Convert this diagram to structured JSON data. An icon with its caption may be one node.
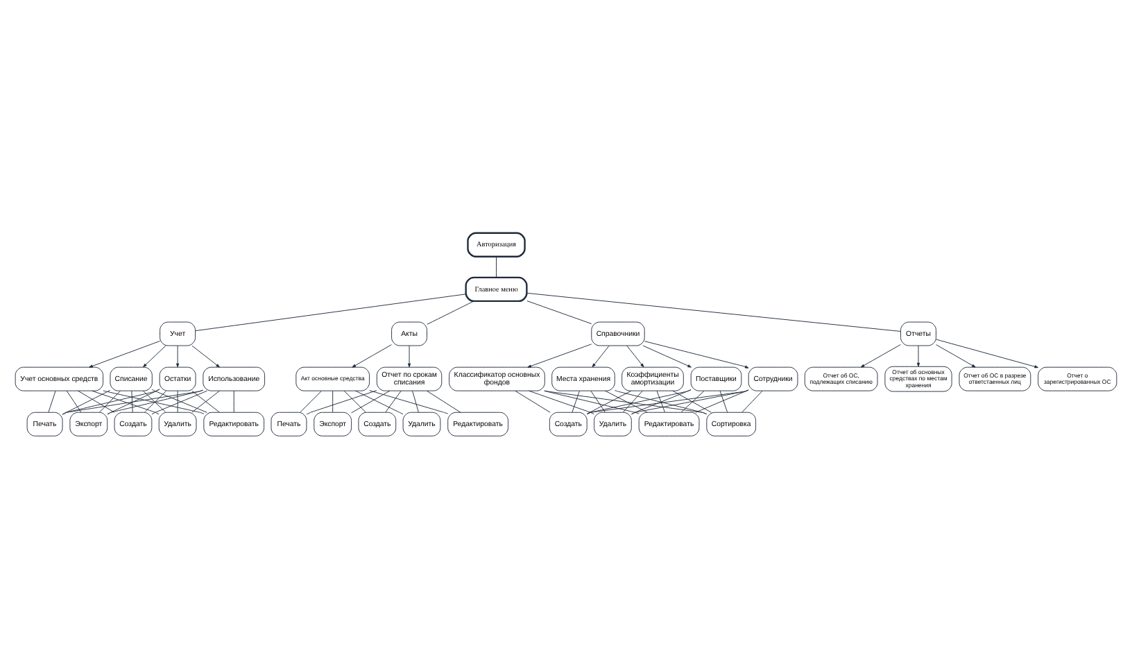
{
  "diagram": {
    "nodes": [
      {
        "text": [
          "Авторизация"
        ]
      },
      {
        "text": [
          "Главное меню"
        ]
      },
      {
        "text": [
          "Учет"
        ]
      },
      {
        "text": [
          "Акты"
        ]
      },
      {
        "text": [
          "Справочники"
        ]
      },
      {
        "text": [
          "Отчеты"
        ]
      },
      {
        "text": [
          "Учет основных средств"
        ]
      },
      {
        "text": [
          "Списание"
        ]
      },
      {
        "text": [
          "Остатки"
        ]
      },
      {
        "text": [
          "Использование"
        ]
      },
      {
        "text": [
          "Создать"
        ]
      },
      {
        "text": [
          "Удалить"
        ]
      },
      {
        "text": [
          "Редактировать"
        ]
      },
      {
        "text": [
          "Печать"
        ]
      },
      {
        "text": [
          "Экспорт"
        ]
      },
      {
        "text": [
          "Акт основные средства"
        ]
      },
      {
        "text": [
          "Отчет по срокам списания"
        ]
      },
      {
        "text": [
          "Создать"
        ]
      },
      {
        "text": [
          "Удалить"
        ]
      },
      {
        "text": [
          "Редактировать"
        ]
      },
      {
        "text": [
          "Печать"
        ]
      },
      {
        "text": [
          "Экспорт"
        ]
      },
      {
        "text": [
          "Сотрудники"
        ]
      },
      {
        "text": [
          "Классификатор основных фондов"
        ]
      },
      {
        "text": [
          "Места хранения"
        ]
      },
      {
        "text": [
          "Коэффициенты амортизации"
        ]
      },
      {
        "text": [
          "Поставщики"
        ]
      },
      {
        "text": [
          "Создать"
        ]
      },
      {
        "text": [
          "Удалить"
        ]
      },
      {
        "text": [
          "Редактировать"
        ]
      },
      {
        "text": [
          "Сортировка"
        ]
      },
      {
        "text": [
          "Отчет о зарегистрированных ОС"
        ]
      },
      {
        "text": [
          "Отчет об ОС, подлежащих списанию"
        ]
      },
      {
        "text": [
          "Отчет об основных средствах по местам хранения"
        ]
      },
      {
        "text": [
          "Отчет об ОС в разрезе ответстаенных лиц"
        ]
      }
    ],
    "edges": [
      {
        "from": 0,
        "to": 1,
        "arrow": "none"
      },
      {
        "from": 1,
        "to": 2,
        "arrow": "none"
      },
      {
        "from": 1,
        "to": 3,
        "arrow": "none"
      },
      {
        "from": 1,
        "to": 4,
        "arrow": "none"
      },
      {
        "from": 1,
        "to": 5,
        "arrow": "none"
      },
      {
        "from": 2,
        "to": 6,
        "arrow": "to"
      },
      {
        "from": 2,
        "to": 7,
        "arrow": "to"
      },
      {
        "from": 2,
        "to": 8,
        "arrow": "to"
      },
      {
        "from": 2,
        "to": 9,
        "arrow": "to"
      },
      {
        "from": 6,
        "to": 10,
        "arrow": "none"
      },
      {
        "from": 6,
        "to": 11,
        "arrow": "none"
      },
      {
        "from": 6,
        "to": 12,
        "arrow": "none"
      },
      {
        "from": 6,
        "to": 13,
        "arrow": "none"
      },
      {
        "from": 6,
        "to": 14,
        "arrow": "none"
      },
      {
        "from": 7,
        "to": 10,
        "arrow": "none"
      },
      {
        "from": 7,
        "to": 11,
        "arrow": "none"
      },
      {
        "from": 7,
        "to": 12,
        "arrow": "none"
      },
      {
        "from": 7,
        "to": 13,
        "arrow": "none"
      },
      {
        "from": 7,
        "to": 14,
        "arrow": "none"
      },
      {
        "from": 8,
        "to": 10,
        "arrow": "none"
      },
      {
        "from": 8,
        "to": 11,
        "arrow": "none"
      },
      {
        "from": 8,
        "to": 12,
        "arrow": "none"
      },
      {
        "from": 8,
        "to": 13,
        "arrow": "none"
      },
      {
        "from": 8,
        "to": 14,
        "arrow": "none"
      },
      {
        "from": 9,
        "to": 10,
        "arrow": "none"
      },
      {
        "from": 9,
        "to": 11,
        "arrow": "none"
      },
      {
        "from": 9,
        "to": 12,
        "arrow": "none"
      },
      {
        "from": 9,
        "to": 13,
        "arrow": "none"
      },
      {
        "from": 9,
        "to": 14,
        "arrow": "none"
      },
      {
        "from": 3,
        "to": 15,
        "arrow": "to"
      },
      {
        "from": 3,
        "to": 16,
        "arrow": "to"
      },
      {
        "from": 15,
        "to": 17,
        "arrow": "none"
      },
      {
        "from": 15,
        "to": 18,
        "arrow": "none"
      },
      {
        "from": 15,
        "to": 19,
        "arrow": "none"
      },
      {
        "from": 15,
        "to": 20,
        "arrow": "none"
      },
      {
        "from": 15,
        "to": 21,
        "arrow": "none"
      },
      {
        "from": 16,
        "to": 17,
        "arrow": "none"
      },
      {
        "from": 16,
        "to": 18,
        "arrow": "none"
      },
      {
        "from": 16,
        "to": 19,
        "arrow": "none"
      },
      {
        "from": 16,
        "to": 20,
        "arrow": "none"
      },
      {
        "from": 16,
        "to": 21,
        "arrow": "none"
      },
      {
        "from": 4,
        "to": 22,
        "arrow": "to"
      },
      {
        "from": 4,
        "to": 23,
        "arrow": "to"
      },
      {
        "from": 4,
        "to": 24,
        "arrow": "to"
      },
      {
        "from": 4,
        "to": 25,
        "arrow": "to"
      },
      {
        "from": 4,
        "to": 26,
        "arrow": "to"
      },
      {
        "from": 22,
        "to": 27,
        "arrow": "none"
      },
      {
        "from": 22,
        "to": 28,
        "arrow": "none"
      },
      {
        "from": 22,
        "to": 29,
        "arrow": "none"
      },
      {
        "from": 22,
        "to": 30,
        "arrow": "none"
      },
      {
        "from": 23,
        "to": 27,
        "arrow": "none"
      },
      {
        "from": 23,
        "to": 28,
        "arrow": "none"
      },
      {
        "from": 23,
        "to": 29,
        "arrow": "none"
      },
      {
        "from": 23,
        "to": 30,
        "arrow": "none"
      },
      {
        "from": 24,
        "to": 27,
        "arrow": "none"
      },
      {
        "from": 24,
        "to": 28,
        "arrow": "none"
      },
      {
        "from": 24,
        "to": 29,
        "arrow": "none"
      },
      {
        "from": 24,
        "to": 30,
        "arrow": "none"
      },
      {
        "from": 25,
        "to": 27,
        "arrow": "none"
      },
      {
        "from": 25,
        "to": 28,
        "arrow": "none"
      },
      {
        "from": 25,
        "to": 29,
        "arrow": "none"
      },
      {
        "from": 25,
        "to": 30,
        "arrow": "none"
      },
      {
        "from": 26,
        "to": 27,
        "arrow": "none"
      },
      {
        "from": 26,
        "to": 28,
        "arrow": "none"
      },
      {
        "from": 26,
        "to": 29,
        "arrow": "none"
      },
      {
        "from": 26,
        "to": 30,
        "arrow": "none"
      },
      {
        "from": 5,
        "to": 31,
        "arrow": "to"
      },
      {
        "from": 5,
        "to": 32,
        "arrow": "to"
      },
      {
        "from": 5,
        "to": 33,
        "arrow": "to"
      },
      {
        "from": 5,
        "to": 34,
        "arrow": "to"
      }
    ]
  }
}
